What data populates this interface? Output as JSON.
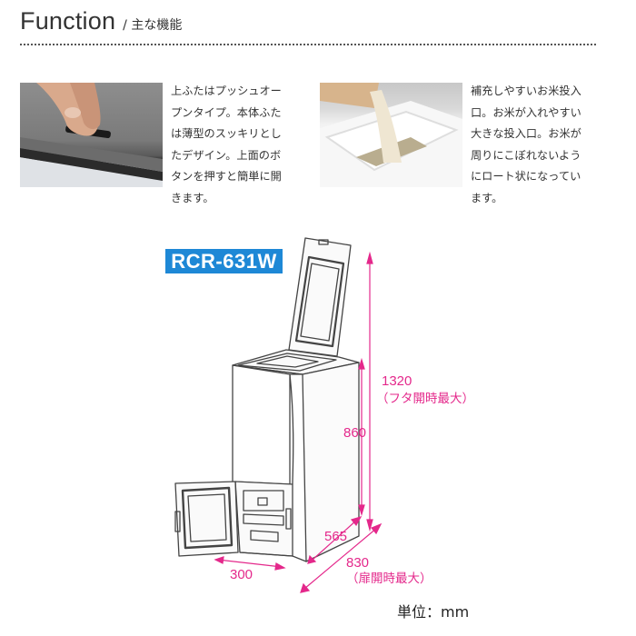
{
  "heading": {
    "title": "Function",
    "subtitle": "/ 主な機能"
  },
  "features": [
    {
      "image_icon": "push-open-lid-photo",
      "text": "上ふたはプッシュオー\nプンタイプ。本体ふた\nは薄型のスッキリとし\nたデザイン。上面のボ\nタンを押すと簡単に開\nきます。"
    },
    {
      "image_icon": "rice-pouring-photo",
      "text": "補充しやすいお米投入\n口。お米が入れやすい\n大きな投入口。お米が\n周りにこぼれないよう\nにロート状になってい\nます。"
    }
  ],
  "diagram": {
    "model": "RCR-631W",
    "dimensions": {
      "height_open": "1320",
      "height_open_note": "（フタ開時最大）",
      "height": "860",
      "depth": "565",
      "depth_open": "830",
      "depth_open_note": "（扉開時最大）",
      "width": "300"
    },
    "unit": "単位：mm",
    "colors": {
      "dimension": "#e4288b",
      "badge": "#1e88d6"
    }
  }
}
